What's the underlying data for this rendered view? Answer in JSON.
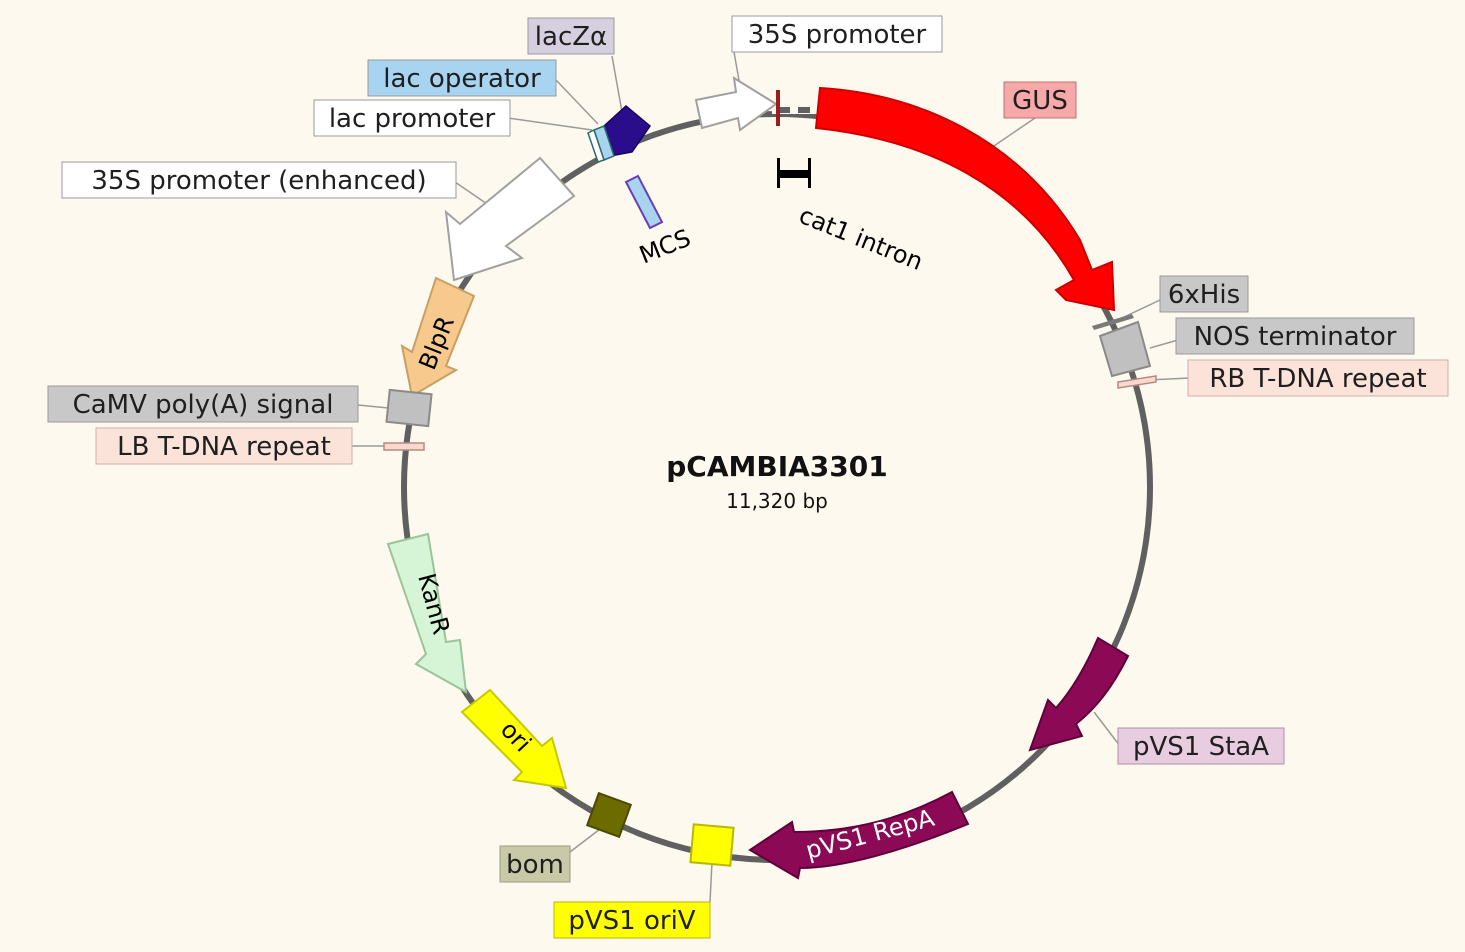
{
  "plasmid": {
    "name": "pCAMBIA3301",
    "size": "11,320 bp"
  },
  "labels": {
    "lacz_alpha": "lacZα",
    "lac_operator": "lac operator",
    "lac_promoter": "lac promoter",
    "promoter_35s_enhanced": "35S promoter (enhanced)",
    "promoter_35s": "35S promoter",
    "gus": "GUS",
    "his6": "6xHis",
    "nos_terminator": "NOS terminator",
    "rb_repeat": "RB T-DNA repeat",
    "camv_polya": "CaMV poly(A) signal",
    "lb_repeat": "LB T-DNA repeat",
    "pvs1_staa": "pVS1 StaA",
    "bom": "bom",
    "pvs1_oriv": "pVS1 oriV",
    "mcs": "MCS",
    "cat1_intron": "cat1 intron",
    "blpr": "BlpR",
    "kanr": "KanR",
    "ori": "ori",
    "pvs1_repa": "pVS1 RepA"
  },
  "colors": {
    "background": "#fdf9ee",
    "backbone": "#606060",
    "gus": "#ff0000",
    "lacz_alpha": "#2a0d8a",
    "blpr": "#f7c98c",
    "kanr": "#d6f5d6",
    "ori": "#ffff00",
    "pvs1_staa": "#8c0a55",
    "pvs1_repa": "#8c0a55",
    "bom": "#6b6b00",
    "pvs1_oriv": "#ffff00",
    "terminator_grey": "#c0c0c0",
    "repeat_pink": "#f9d9cf",
    "operator_blue": "#a8d4f0",
    "label_lacz": "#d6cfe0",
    "label_gus": "#f7a8a8",
    "label_grey": "#c8c8c8",
    "label_pink": "#fbe3da",
    "label_pvs1": "#e8cce0",
    "label_bom": "#c9c9a8",
    "label_yellow": "#ffff00"
  }
}
